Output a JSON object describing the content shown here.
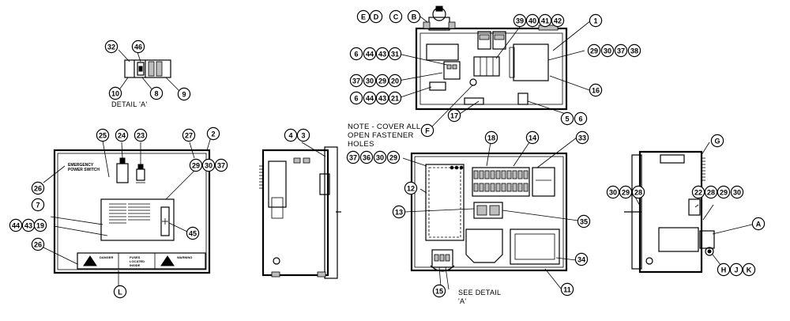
{
  "detail_caption": "DETAIL 'A'",
  "note_lines": [
    "NOTE - COVER ALL",
    "OPEN FASTENER",
    "HOLES"
  ],
  "see_detail_lines": [
    "SEE DETAIL",
    "'A'"
  ],
  "front_plate_lines": [
    "EMERGENCY",
    "POWER SWITCH"
  ],
  "label_text": {
    "fuses_lines": [
      "FUSES",
      "LOCATED",
      "INSIDE"
    ],
    "danger": "DANGER",
    "warning": "WARNING"
  },
  "callouts": {
    "E": "E",
    "D": "D",
    "C": "C",
    "B": "B",
    "39": "39",
    "40": "40",
    "41": "41",
    "42": "42",
    "1": "1",
    "6_a": "6",
    "44_a": "44",
    "43_a": "43",
    "31": "31",
    "37_a": "37",
    "30_a": "30",
    "29_a": "29",
    "20": "20",
    "6_b": "6",
    "44_b": "44",
    "43_b": "43",
    "21": "21",
    "29_b": "29",
    "30_b": "30",
    "37_b": "37",
    "38": "38",
    "16": "16",
    "17": "17",
    "F": "F",
    "5": "5",
    "6_c": "6",
    "32": "32",
    "46": "46",
    "10": "10",
    "8": "8",
    "9": "9",
    "25": "25",
    "24": "24",
    "23": "23",
    "27": "27",
    "2": "2",
    "26_a": "26",
    "29_c": "29",
    "30_c": "30",
    "37_c": "37",
    "7": "7",
    "44_c": "44",
    "43_c": "43",
    "19": "19",
    "45": "45",
    "26_b": "26",
    "L": "L",
    "4": "4",
    "3": "3",
    "18": "18",
    "14": "14",
    "33": "33",
    "37_d": "37",
    "36": "36",
    "30_d": "30",
    "29_d": "29",
    "12": "12",
    "13": "13",
    "35": "35",
    "34": "34",
    "15": "15",
    "11": "11",
    "G": "G",
    "30_e": "30",
    "29_e": "29",
    "28_a": "28",
    "22": "22",
    "28_b": "28",
    "29_f": "29",
    "30_f": "30",
    "A": "A",
    "H": "H",
    "J": "J",
    "K": "K"
  }
}
